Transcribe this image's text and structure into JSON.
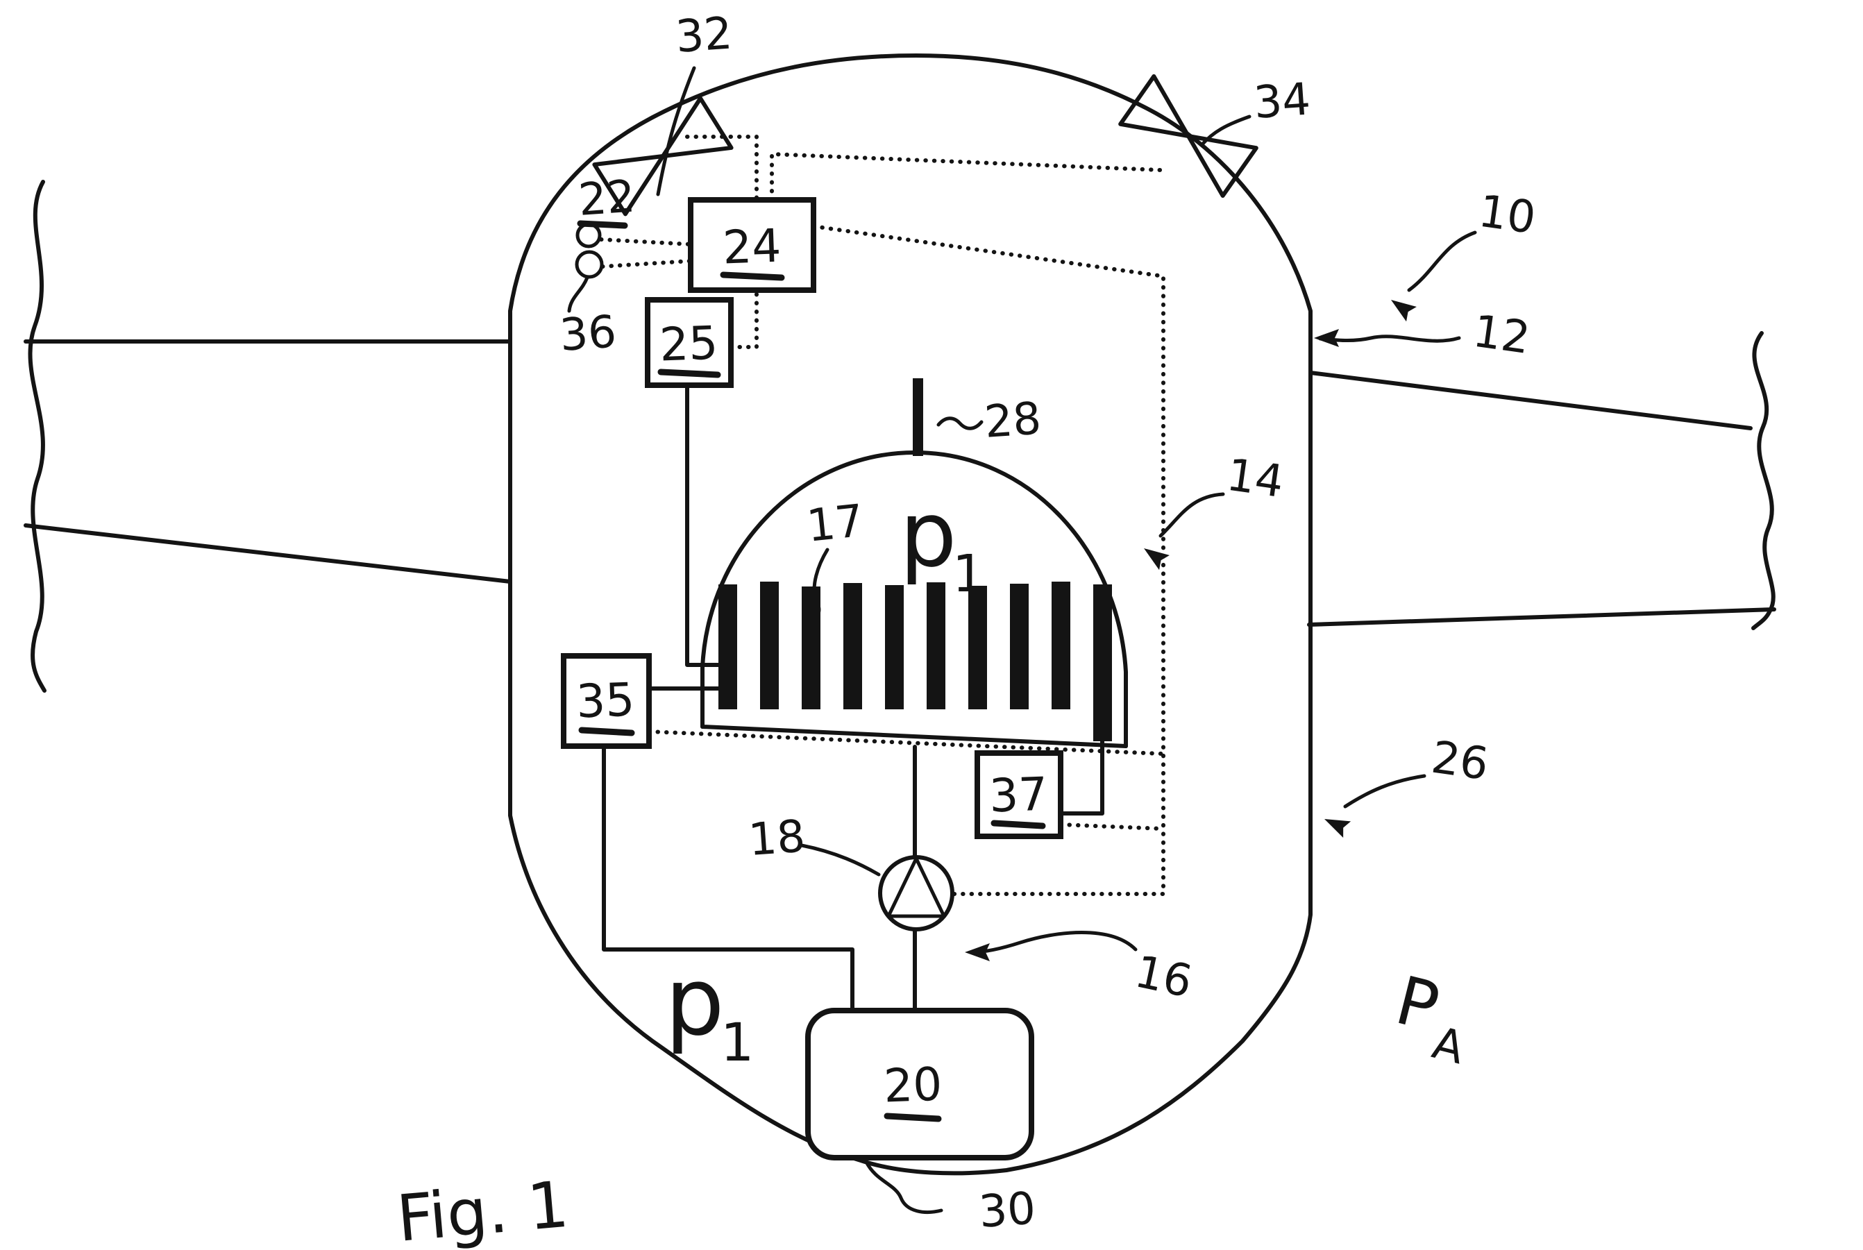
{
  "figure": {
    "caption": "Fig. 1"
  },
  "labels": {
    "n10": "10",
    "n12": "12",
    "n14": "14",
    "n16": "16",
    "n17": "17",
    "n18": "18",
    "n20": "20",
    "n22": "22",
    "n24": "24",
    "n25": "25",
    "n26": "26",
    "n28": "28",
    "n30": "30",
    "n32": "32",
    "n34": "34",
    "n35": "35",
    "n36": "36",
    "n37": "37"
  },
  "pressure": {
    "stack_p": "p",
    "stack_sub": "1",
    "cabin_p": "p",
    "cabin_sub": "1",
    "ambient_p": "P",
    "ambient_sub": "A"
  },
  "decor": {
    "tilde": "~"
  }
}
